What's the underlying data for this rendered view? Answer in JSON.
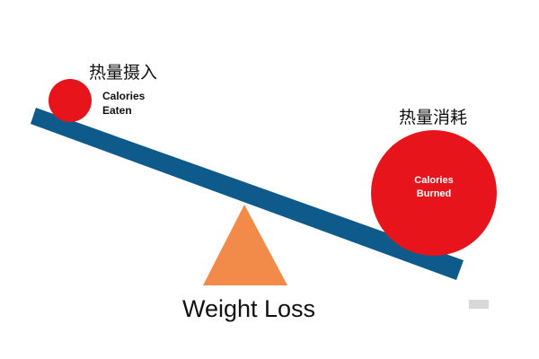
{
  "labels": {
    "intake_zh": "热量摄入",
    "burned_zh": "热量消耗",
    "eaten_line1": "Calories",
    "eaten_line2": "Eaten",
    "burned_line1": "Calories",
    "burned_line2": "Burned",
    "caption": "Weight Loss"
  },
  "colors": {
    "beam": "#0e5a8a",
    "ball": "#e8141c",
    "fulcrum": "#f28a4a",
    "text_dark": "#111111",
    "text_light": "#ffffff"
  }
}
